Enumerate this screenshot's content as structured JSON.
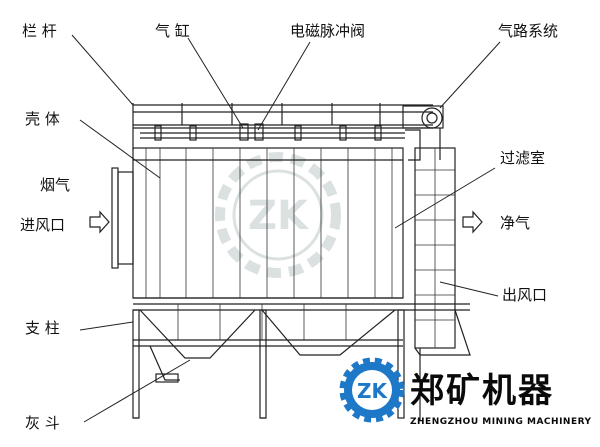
{
  "labels": {
    "railing": "栏 杆",
    "cylinder": "气 缸",
    "pulse_valve": "电磁脉冲阀",
    "air_system": "气路系统",
    "shell": "壳 体",
    "flue_gas_inlet_line1": "烟气",
    "flue_gas_inlet_line2": "进风口",
    "filter_room": "过滤室",
    "clean_gas": "净气",
    "outlet": "出风口",
    "pillar": "支 柱",
    "ash_hopper": "灰 斗"
  },
  "brand": {
    "name": "郑矿机器",
    "subtitle": "ZHENGZHOU MINING MACHINERY",
    "logo_letters": "ZK",
    "logo_color": "#1e78c8"
  }
}
